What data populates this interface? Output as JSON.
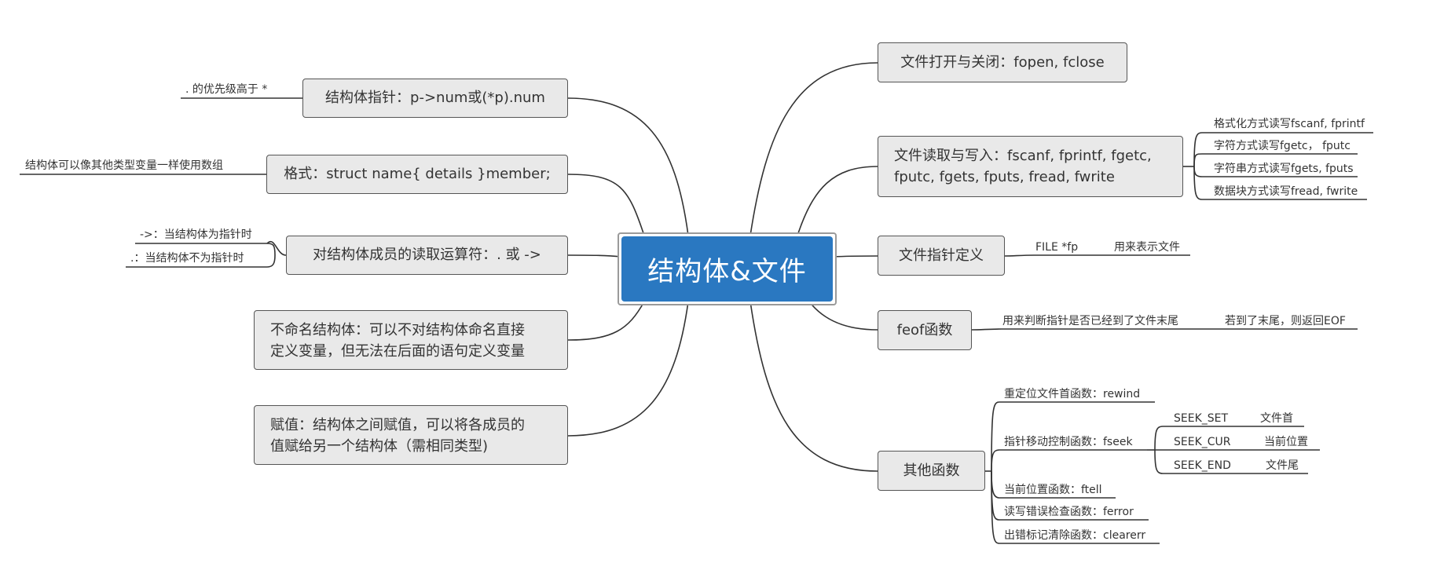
{
  "center": "结构体&文件",
  "left_topics": {
    "pointer": "结构体指针：p->num或(*p).num",
    "format": "格式：struct name{ details }member;",
    "access": "对结构体成员的读取运算符：. 或 ->",
    "anon_line1": "不命名结构体：可以不对结构体命名直接",
    "anon_line2": "定义变量，但无法在后面的语句定义变量",
    "assign_line1": "赋值：结构体之间赋值，可以将各成员的",
    "assign_line2": "值赋给另一个结构体（需相同类型)"
  },
  "left_notes": {
    "pointer_note": ". 的优先级高于 *",
    "format_note": "结构体可以像其他类型变量一样使用数组",
    "arrow_note": "->：当结构体为指针时",
    "dot_note": ".：当结构体不为指针时"
  },
  "right_topics": {
    "open_close": "文件打开与关闭：fopen, fclose",
    "rw_line1": "文件读取与写入：fscanf, fprintf, fgetc,",
    "rw_line2": "fputc, fgets, fputs, fread, fwrite",
    "file_ptr": "文件指针定义",
    "feof": "feof函数",
    "other": "其他函数"
  },
  "right_notes": {
    "rw_formatted": "格式化方式读写fscanf, fprintf",
    "rw_char": "字符方式读写fgetc，  fputc",
    "rw_string": "字符串方式读写fgets, fputs",
    "rw_block": "数据块方式读写fread, fwrite",
    "file_ptr_decl": "FILE *fp",
    "file_ptr_desc": "用来表示文件",
    "feof_desc": "用来判断指针是否已经到了文件末尾",
    "feof_result": "若到了末尾，则返回EOF",
    "rewind": "重定位文件首函数：rewind",
    "fseek": "指针移动控制函数：fseek",
    "seek_set": "SEEK_SET",
    "seek_set_desc": "文件首",
    "seek_cur": "SEEK_CUR",
    "seek_cur_desc": "当前位置",
    "seek_end": "SEEK_END",
    "seek_end_desc": "文件尾",
    "ftell": "当前位置函数：ftell",
    "ferror": "读写错误检查函数：ferror",
    "clearerr": "出错标记清除函数：clearerr"
  },
  "colors": {
    "center_fill": "#2a78c1",
    "node_fill": "#e9e9e9",
    "line": "#333333"
  }
}
